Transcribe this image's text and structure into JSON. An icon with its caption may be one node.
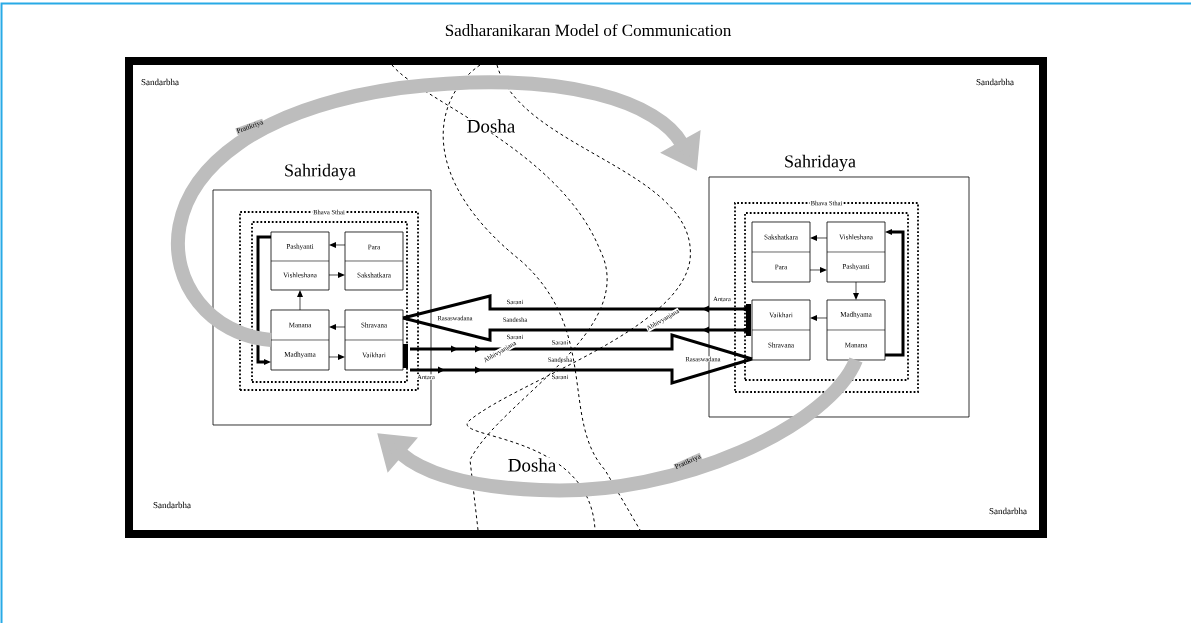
{
  "diagram": {
    "title": "Sadharanikaran Model of Communication",
    "nodes": [
      {
        "text": [
          "Sahridaya"
        ]
      },
      {
        "text": [
          "Bhava Sthai"
        ],
        "in": 0
      },
      {
        "text": [],
        "shape": "box",
        "in": 1
      },
      {
        "text": [
          "Pashyanti",
          "Vishleshana"
        ],
        "in": 2
      },
      {
        "text": [
          "Para",
          "Sakshatkara"
        ],
        "in": 2
      },
      {
        "text": [
          "Manana",
          "Madhyama"
        ],
        "in": 2
      },
      {
        "text": [
          "Shravana",
          "Vaikhari"
        ],
        "in": 2
      },
      {
        "text": [
          "Sahridaya"
        ]
      },
      {
        "text": [
          "Bhava Sthai"
        ],
        "in": 7
      },
      {
        "text": [],
        "shape": "box",
        "in": 8
      },
      {
        "text": [
          "Sakshatkara",
          "Para"
        ],
        "in": 9
      },
      {
        "text": [
          "Vishleshana",
          "Pashyanti"
        ],
        "in": 9
      },
      {
        "text": [
          "Vaikhari",
          "Shravana"
        ],
        "in": 9
      },
      {
        "text": [
          "Madhyama",
          "Manana"
        ],
        "in": 9
      }
    ],
    "edges": [
      {
        "from": 4,
        "to": 3,
        "arrow": "to"
      },
      {
        "from": 3,
        "to": 4,
        "arrow": "to"
      },
      {
        "from": 5,
        "to": 3,
        "arrow": "to"
      },
      {
        "from": 3,
        "to": 5,
        "arrow": "to",
        "style": "thick"
      },
      {
        "from": 6,
        "to": 5,
        "arrow": "to"
      },
      {
        "from": 5,
        "to": 6,
        "arrow": "to"
      },
      {
        "from": 11,
        "to": 10,
        "arrow": "to"
      },
      {
        "from": 10,
        "to": 11,
        "arrow": "to"
      },
      {
        "from": 11,
        "to": 13,
        "arrow": "to"
      },
      {
        "from": 13,
        "to": 12,
        "arrow": "to"
      },
      {
        "from": 13,
        "to": 11,
        "arrow": "to",
        "style": "thick"
      },
      {
        "from": 12,
        "to": 6,
        "arrow": "to",
        "label": "Rasaswadana",
        "style": "thick"
      },
      {
        "from": 6,
        "to": 12,
        "arrow": "to",
        "label": "Rasaswadana",
        "style": "thick"
      },
      {
        "from": 5,
        "to": 7,
        "arrow": "to",
        "label": "Pratikriya",
        "style": "thick",
        "color": "#bdbdbd"
      },
      {
        "from": 13,
        "to": 0,
        "arrow": "to",
        "label": "Pratikriya",
        "style": "thick",
        "color": "#bdbdbd"
      }
    ],
    "labels": [
      "Sandarbha",
      "Sandarbha",
      "Dosha",
      "Sarani",
      "Antara",
      "Sandesha",
      "Abhivyanjana",
      "Sarani",
      "Sarani",
      "Sandesha",
      "Abhivyanjana",
      "Antara",
      "Sarani",
      "Dosha",
      "Sandarbha",
      "Sandarbha"
    ]
  }
}
